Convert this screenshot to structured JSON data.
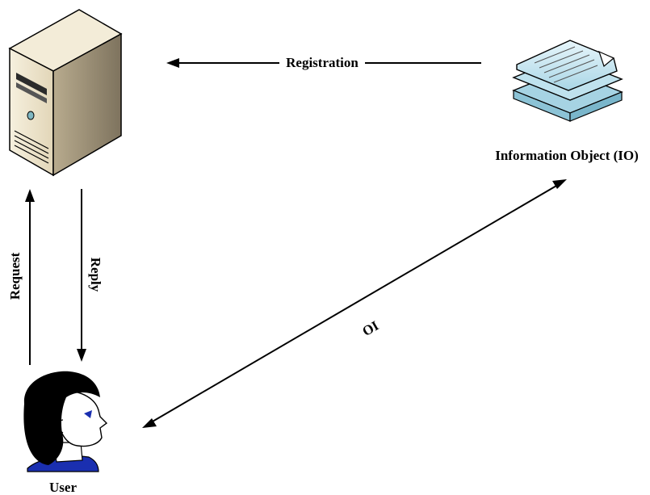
{
  "nodes": {
    "server": {
      "icon": "server-tower-icon"
    },
    "info_object": {
      "icon": "stacked-documents-icon",
      "label": "Information Object (IO)"
    },
    "user": {
      "icon": "user-head-icon",
      "label": "User"
    }
  },
  "edges": {
    "registration": {
      "label": "Registration"
    },
    "request": {
      "label": "Request"
    },
    "reply": {
      "label": "Reply"
    },
    "io": {
      "label": "IO"
    }
  },
  "colors": {
    "server_body": "#efe6d0",
    "server_side": "#9e927a",
    "doc_fill": "#cfe9f3",
    "user_hair": "#000000",
    "user_shirt": "#1a2fb0",
    "user_eye": "#1a2fb0"
  }
}
